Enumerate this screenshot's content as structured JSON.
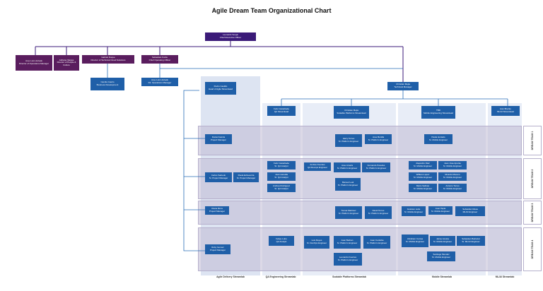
{
  "title": "Agile Dream Team Organizational Chart",
  "ceo": {
    "name": "Leonardo Sergio",
    "role": "Chief Executive Officer"
  },
  "execs": [
    {
      "name": "Jose Luis Hurtado",
      "role": "Director of Operations Manager"
    },
    {
      "name": "Adriana Vargas",
      "role": "Director of People & Culture"
    },
    {
      "name": "Gabriel Duque",
      "role": "Director of Technical Cloud Solutions"
    },
    {
      "name": "Sebastian Forde",
      "role": "Chief Operating Officer"
    }
  ],
  "sub_gabriel": {
    "name": "Camilo Castro",
    "role": "Business Development"
  },
  "sub_coo": {
    "name": "Jose Luis Hurtado",
    "role": "Dir. Operations Manager"
  },
  "agile_head": {
    "name": "Pedro Castillo",
    "role": "Head of Agile Streamlead"
  },
  "cto": {
    "name": "Christian Mejia",
    "role": "Technical Manager"
  },
  "streamleads": [
    {
      "name": "Felix Castañeda",
      "role": "QA Streamlead"
    },
    {
      "name": "Christian Mejia",
      "role": "Scalable Platforms Streamlead"
    },
    {
      "name": "TBD",
      "role": "Mobile Engineering Streamlead"
    },
    {
      "name": "Ivan Bruzko",
      "role": "ML/AI Streamlead"
    }
  ],
  "dream_teams": [
    "DREAM TEAM 1",
    "DREAM TEAM 2",
    "DREAM TEAM 3",
    "DREAM TEAM 4"
  ],
  "footers": [
    "Agile Delivery Streamlab",
    "QA Engineering Streamlab",
    "Scalable Platforms Streamlab",
    "Mobile Streamlab",
    "ML/AI Streamlab"
  ],
  "team1": {
    "pm": {
      "name": "Daniel Garcia",
      "role": "Project Manager"
    },
    "platform": [
      {
        "name": "Harry Torres",
        "role": "Sr. Platform Engineer"
      },
      {
        "name": "Jose Bonilla",
        "role": "Sr. Platform Engineer"
      }
    ],
    "mobile": [
      {
        "name": "Paola Hurtado",
        "role": "Sr. Mobile Engineer"
      }
    ]
  },
  "team2": {
    "pm": [
      {
        "name": "Carlos Salcedo",
        "role": "Sr. Project Manager"
      },
      {
        "name": "Paula Echeverria",
        "role": "Sr. Project Manager"
      }
    ],
    "qa": [
      {
        "name": "Felix Castañeda",
        "role": "Sr. QA Analyst"
      },
      {
        "name": "Juan Heredia",
        "role": "Sr. QA Analyst"
      },
      {
        "name": "Andrea Rodriguez",
        "role": "Sr. QA Analyst"
      }
    ],
    "platform": [
      {
        "name": "Andres Fuentes",
        "role": "QA Devops Engineer"
      },
      {
        "name": "Jose Amaris",
        "role": "Sr. Platform Engineer"
      },
      {
        "name": "Fernando Paredes",
        "role": "Sr. Platform Engineer"
      },
      {
        "name": "Manuel Leal",
        "role": "Sr. Platform Engineer"
      }
    ],
    "mobile": [
      {
        "name": "Alejandro Diaz",
        "role": "Sr. Mobile Engineer"
      },
      {
        "name": "Juan Jose Aponte",
        "role": "Sr. Mobile Engineer"
      },
      {
        "name": "William Lopez",
        "role": "Sr. Mobile Engineer"
      },
      {
        "name": "Ricardo Moreno",
        "role": "Sr. Mobile Engineer"
      },
      {
        "name": "Mario Salinas",
        "role": "Sr. Mobile Engineer"
      },
      {
        "name": "Antonio Torres",
        "role": "Sr. Mobile Engineer"
      }
    ]
  },
  "team3": {
    "pm": {
      "name": "Diana Mora",
      "role": "Project Manager"
    },
    "platform": [
      {
        "name": "Tomas Martinez",
        "role": "Sr. Platform Engineer"
      },
      {
        "name": "David Torres",
        "role": "Sr. Platform Engineer"
      }
    ],
    "mobile": [
      {
        "name": "Gustavo Leite",
        "role": "Sr. Mobile Engineer"
      },
      {
        "name": "Juan Tapia",
        "role": "Sr. Mobile Engineer"
      },
      {
        "name": "Sebastian Mesa",
        "role": "ML/AI Engineer"
      }
    ]
  },
  "team4": {
    "pm": {
      "name": "Ruby Gomez",
      "role": "Project Manager"
    },
    "qa": [
      {
        "name": "Felipe Lobo",
        "role": "QA Analyst"
      }
    ],
    "platform": [
      {
        "name": "Luis Reyes",
        "role": "Sr. DevOps Engineer"
      },
      {
        "name": "Juan Beltran",
        "role": "Sr. Platform Engineer"
      },
      {
        "name": "Juan Cordoba",
        "role": "Sr. Platform Engineer"
      },
      {
        "name": "Leonardo Fuentes",
        "role": "Sr. Platform Engineer"
      }
    ],
    "mobile": [
      {
        "name": "Abraham Correa",
        "role": "Sr. Mobile Engineer"
      },
      {
        "name": "Jaime Acosta",
        "role": "Sr. Mobile Engineer"
      },
      {
        "name": "Sebastian Balcazar",
        "role": "Sr. ML/AI Engineer"
      },
      {
        "name": "Santiago Mendez",
        "role": "Sr. Mobile Engineer"
      }
    ]
  }
}
